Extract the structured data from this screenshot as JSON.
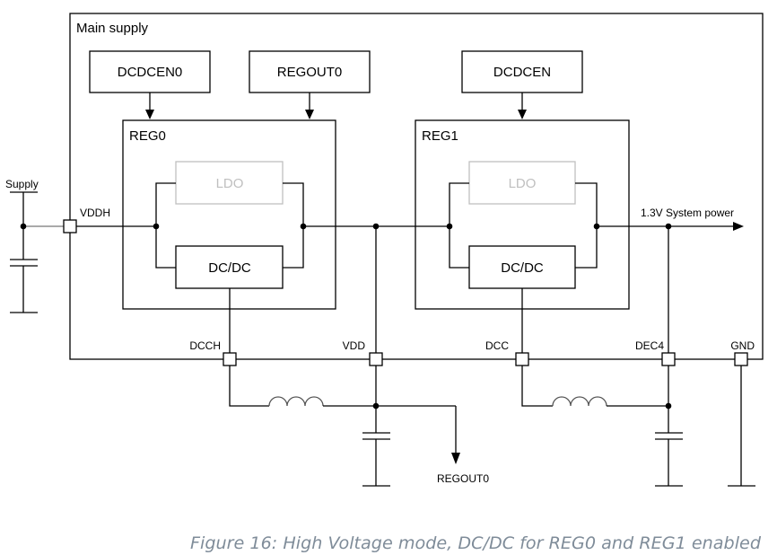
{
  "diagram": {
    "main_box_label": "Main supply",
    "control_blocks": {
      "dcdcen0": "DCDCEN0",
      "regout0": "REGOUT0",
      "dcdcen": "DCDCEN"
    },
    "regulators": [
      {
        "name": "REG0",
        "ldo": "LDO",
        "dcdc": "DC/DC",
        "ldo_state": "disabled",
        "dcdc_state": "enabled"
      },
      {
        "name": "REG1",
        "ldo": "LDO",
        "dcdc": "DC/DC",
        "ldo_state": "disabled",
        "dcdc_state": "enabled"
      }
    ],
    "external_labels": {
      "supply": "Supply",
      "system_power": "1.3V System power",
      "regout0_output": "REGOUT0"
    },
    "pins": {
      "vddh": "VDDH",
      "dcch": "DCCH",
      "vdd": "VDD",
      "dcc": "DCC",
      "dec4": "DEC4",
      "gnd": "GND"
    },
    "colors": {
      "line": "#000000",
      "disabled_block": "#bfbfbf",
      "caption": "#7f8c99"
    }
  },
  "caption": "Figure 16: High Voltage mode, DC/DC for REG0 and REG1 enabled"
}
